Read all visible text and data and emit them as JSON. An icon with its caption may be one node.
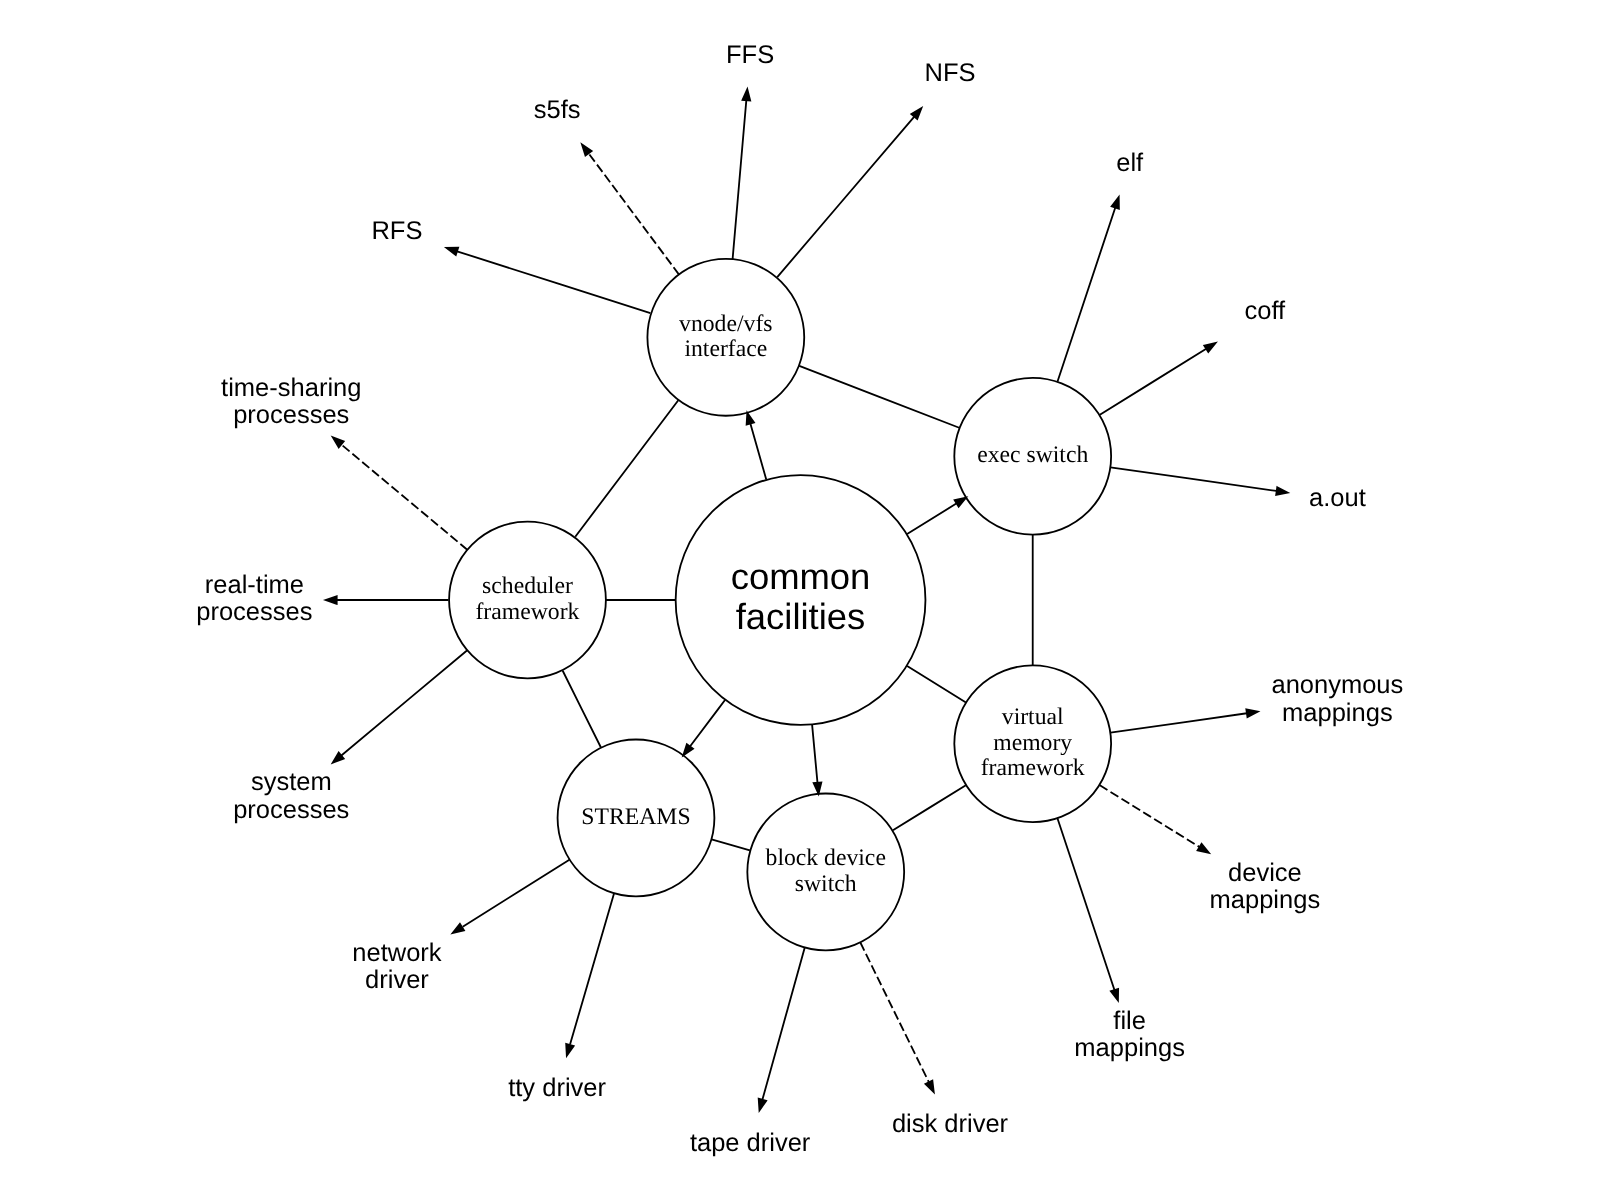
{
  "diagram": {
    "nodes": [
      {
        "text": [
          "common facilities"
        ]
      },
      {
        "text": [
          "exec switch"
        ]
      },
      {
        "text": [
          "vnode/vfs interface"
        ]
      },
      {
        "text": [
          "scheduler framework"
        ]
      },
      {
        "text": [
          "STREAMS"
        ]
      },
      {
        "text": [
          "block device switch"
        ]
      },
      {
        "text": [
          "virtual memory framework"
        ]
      },
      {
        "text": [
          "a.out"
        ]
      },
      {
        "text": [
          "coff"
        ]
      },
      {
        "text": [
          "elf"
        ]
      },
      {
        "text": [
          "NFS"
        ]
      },
      {
        "text": [
          "FFS"
        ]
      },
      {
        "text": [
          "s5fs"
        ]
      },
      {
        "text": [
          "RFS"
        ]
      },
      {
        "text": [
          "time-sharing processes"
        ]
      },
      {
        "text": [
          "real-time processes"
        ]
      },
      {
        "text": [
          "system processes"
        ]
      },
      {
        "text": [
          "network driver"
        ]
      },
      {
        "text": [
          "tty driver"
        ]
      },
      {
        "text": [
          "tape driver"
        ]
      },
      {
        "text": [
          "disk driver"
        ]
      },
      {
        "text": [
          "file mappings"
        ]
      },
      {
        "text": [
          "device mappings"
        ]
      },
      {
        "text": [
          "anonymous mappings"
        ]
      }
    ],
    "edges": [
      {
        "from": 0,
        "to": 1,
        "arrow": "to"
      },
      {
        "from": 0,
        "to": 2,
        "arrow": "to"
      },
      {
        "from": 0,
        "to": 3,
        "arrow": "none"
      },
      {
        "from": 0,
        "to": 4,
        "arrow": "to"
      },
      {
        "from": 0,
        "to": 5,
        "arrow": "to"
      },
      {
        "from": 0,
        "to": 6,
        "arrow": "none"
      },
      {
        "from": 1,
        "to": 2,
        "arrow": "none"
      },
      {
        "from": 2,
        "to": 3,
        "arrow": "none"
      },
      {
        "from": 3,
        "to": 4,
        "arrow": "none"
      },
      {
        "from": 4,
        "to": 5,
        "arrow": "none"
      },
      {
        "from": 5,
        "to": 6,
        "arrow": "none"
      },
      {
        "from": 6,
        "to": 1,
        "arrow": "none"
      },
      {
        "from": 1,
        "to": 7,
        "arrow": "to"
      },
      {
        "from": 1,
        "to": 8,
        "arrow": "to"
      },
      {
        "from": 1,
        "to": 9,
        "arrow": "to"
      },
      {
        "from": 2,
        "to": 10,
        "arrow": "to"
      },
      {
        "from": 2,
        "to": 11,
        "arrow": "to"
      },
      {
        "from": 2,
        "to": 12,
        "arrow": "to",
        "style": "dashed"
      },
      {
        "from": 2,
        "to": 13,
        "arrow": "to"
      },
      {
        "from": 3,
        "to": 14,
        "arrow": "to",
        "style": "dashed"
      },
      {
        "from": 3,
        "to": 15,
        "arrow": "to"
      },
      {
        "from": 3,
        "to": 16,
        "arrow": "to"
      },
      {
        "from": 4,
        "to": 17,
        "arrow": "to"
      },
      {
        "from": 4,
        "to": 18,
        "arrow": "to"
      },
      {
        "from": 5,
        "to": 19,
        "arrow": "to"
      },
      {
        "from": 5,
        "to": 20,
        "arrow": "to",
        "style": "dashed"
      },
      {
        "from": 6,
        "to": 21,
        "arrow": "to"
      },
      {
        "from": 6,
        "to": 22,
        "arrow": "to",
        "style": "dashed"
      },
      {
        "from": 6,
        "to": 23,
        "arrow": "to"
      }
    ]
  }
}
